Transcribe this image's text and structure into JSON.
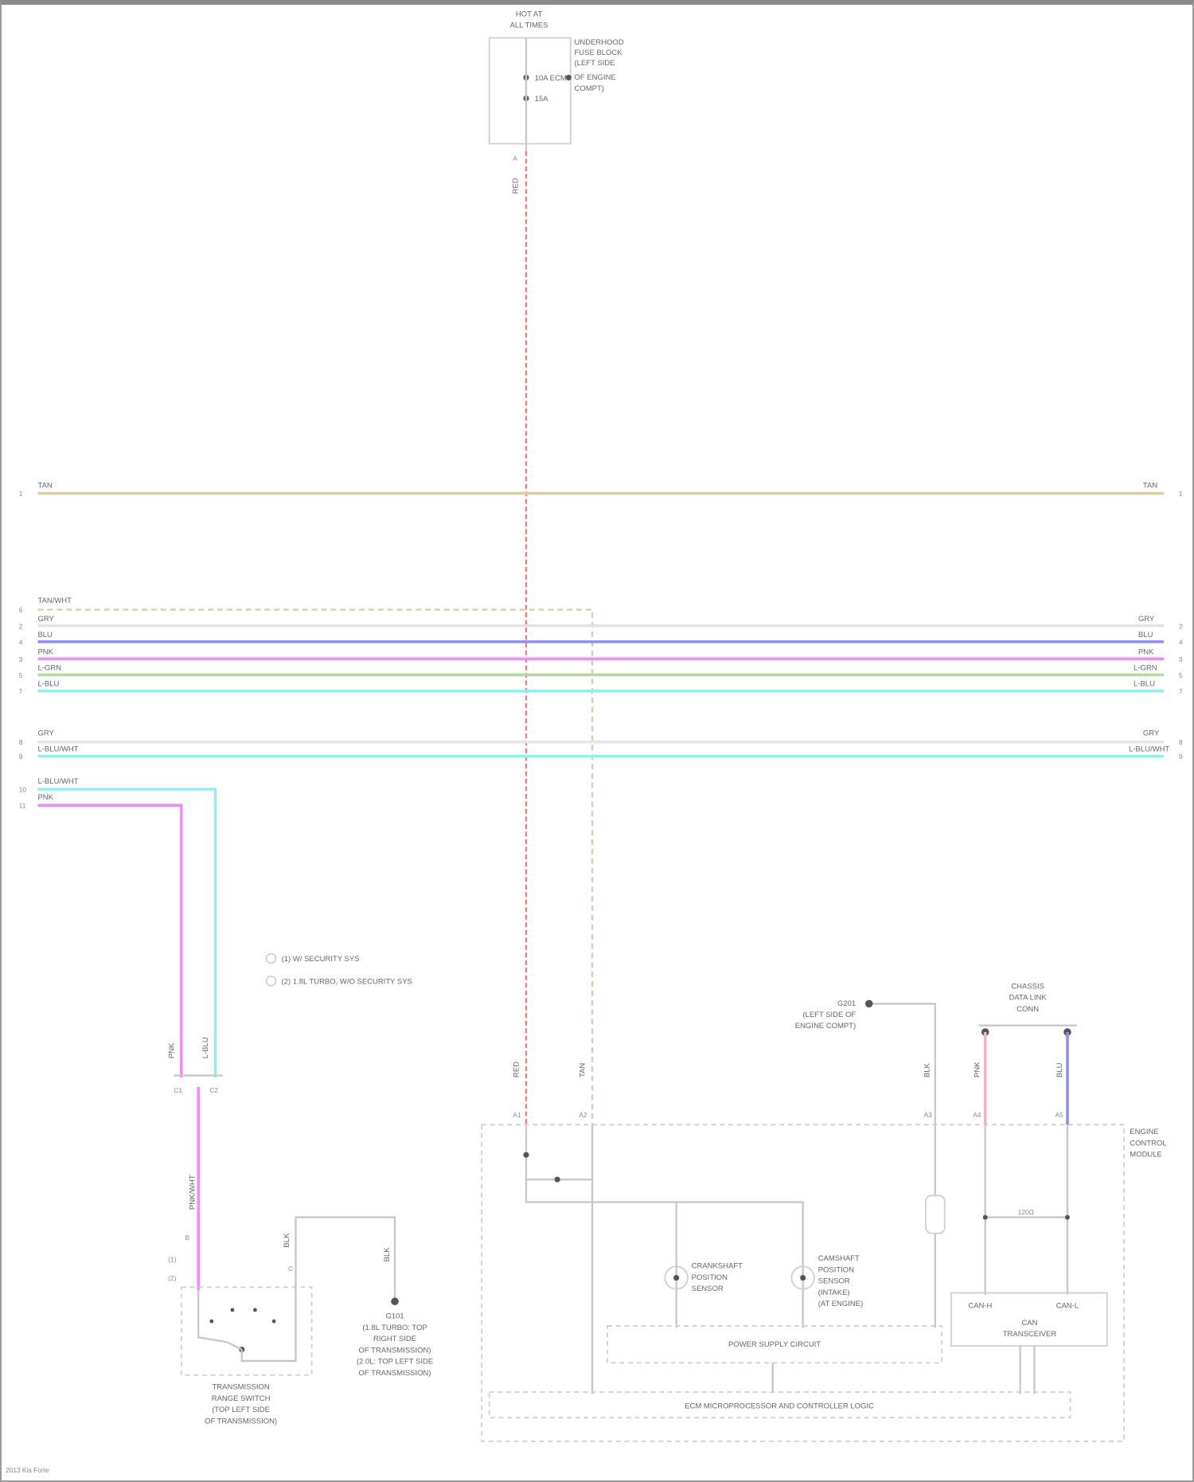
{
  "colors": {
    "tan": "#d8cfa8",
    "red": "#f07a86",
    "gray": "#d6d6d6",
    "blue": "#8d8df2",
    "magenta": "#f08cf2",
    "green": "#b6d8a0",
    "cyan": "#8ef2ec",
    "pink": "#f2b4c0"
  },
  "top_component": {
    "title_1": "HOT AT",
    "title_2": "ALL TIMES",
    "side_1": "UNDERHOOD",
    "side_2": "FUSE BLOCK",
    "side_3": "(LEFT SIDE",
    "side_4": "OF ENGINE",
    "side_5": "COMPT)",
    "fuse_1": "10A ECM",
    "fuse_2": "15A",
    "wire": "RED",
    "pin": "A"
  },
  "bus_wires": [
    {
      "label": "TAN",
      "pin_left": "1",
      "pin_right": "1"
    },
    {
      "label": "TAN/WHT",
      "pin_left": "6",
      "pin_right": ""
    },
    {
      "label": "GRY",
      "pin_left": "2",
      "pin_right": "2"
    },
    {
      "label": "BLU",
      "pin_left": "4",
      "pin_right": "4"
    },
    {
      "label": "PNK",
      "pin_left": "3",
      "pin_right": "3"
    },
    {
      "label": "L-GRN",
      "pin_left": "5",
      "pin_right": "5"
    },
    {
      "label": "L-BLU",
      "pin_left": "7",
      "pin_right": "7"
    },
    {
      "label": "GRY",
      "pin_left": "8",
      "pin_right": "8"
    },
    {
      "label": "L-BLU/WHT",
      "pin_left": "9",
      "pin_right": "9"
    },
    {
      "label": "L-BLU/WHT",
      "pin_left": "10",
      "pin_right": ""
    },
    {
      "label": "PNK",
      "pin_left": "11",
      "pin_right": ""
    }
  ],
  "notes": [
    "(1) W/ SECURITY SYS",
    "(2) 1.8L TURBO, W/O SECURITY SYS"
  ],
  "left_branch": {
    "wire_a": "PNK",
    "wire_b": "L-BLU",
    "pin_a": "C1",
    "pin_b": "C2",
    "lower_wire": "PNK/WHT",
    "lower_pin": "B",
    "pin_1": "(1)",
    "pin_2": "(2)"
  },
  "range_switch": {
    "label_1": "TRANSMISSION",
    "label_2": "RANGE SWITCH",
    "label_3": "(TOP LEFT SIDE",
    "label_4": "OF TRANSMISSION)",
    "wire": "BLK",
    "pin": "C"
  },
  "ground_1": {
    "id": "G101",
    "label_1": "(1.8L TURBO: TOP",
    "label_2": "RIGHT SIDE",
    "label_3": "OF TRANSMISSION)",
    "label_4": "(2.0L: TOP LEFT SIDE",
    "label_5": "OF TRANSMISSION)",
    "wire": "BLK"
  },
  "ecm": {
    "label_1": "ENGINE",
    "label_2": "CONTROL",
    "label_3": "MODULE",
    "pin_red": "A1",
    "wire_red": "RED",
    "pin_tan": "A2",
    "wire_tan": "TAN",
    "sensor_1": "CRANKSHAFT",
    "sensor_1b": "POSITION",
    "sensor_1c": "SENSOR",
    "sensor_2": "CAMSHAFT",
    "sensor_2b": "POSITION",
    "sensor_2c": "SENSOR",
    "sensor_2d": "(INTAKE)",
    "sensor_2e": "(AT ENGINE)",
    "sensor_group": "POWER SUPPLY CIRCUIT",
    "bottom_box": "ECM MICROPROCESSOR AND CONTROLLER LOGIC",
    "transceiver_1": "CAN-H",
    "transceiver_2": "CAN-L",
    "transceiver_3": "CAN",
    "transceiver_4": "TRANSCEIVER",
    "resistor": "120Ω",
    "wire_ground": "BLK",
    "pin_ground": "A3",
    "wire_canh": "PNK",
    "pin_canh": "A4",
    "wire_canl": "BLU",
    "pin_canl": "A5"
  },
  "ground_2": {
    "id": "G201",
    "label_1": "(LEFT SIDE OF",
    "label_2": "ENGINE COMPT)"
  },
  "dlc": {
    "label_1": "CHASSIS",
    "label_2": "DATA LINK",
    "label_3": "CONN"
  },
  "footer": "2013 Kia Forte"
}
